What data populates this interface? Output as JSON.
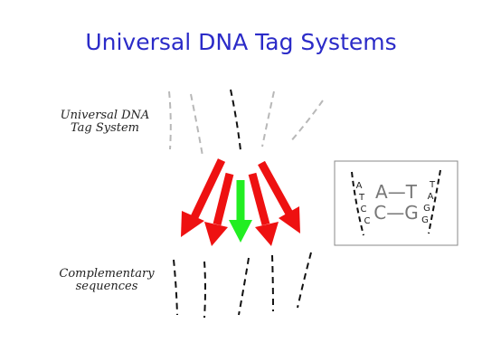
{
  "title": "Universal DNA Tag Systems",
  "labels": {
    "universal_line1": "Universal DNA",
    "universal_line2": "Tag System",
    "complementary_line1": "Complementary",
    "complementary_line2": "sequences"
  },
  "base_pairs": {
    "left_strand": [
      "A",
      "T",
      "C",
      "C"
    ],
    "right_strand": [
      "T",
      "A",
      "G",
      "G"
    ],
    "pair_row1": "A—T",
    "pair_row2": "C—G"
  },
  "colors": {
    "title": "#2b2bc8",
    "arrow_red": "#ee1111",
    "arrow_green": "#22ee22",
    "tag_strand": "#b8b8b8",
    "dark_strand": "#111111",
    "pair_text": "#777777"
  }
}
